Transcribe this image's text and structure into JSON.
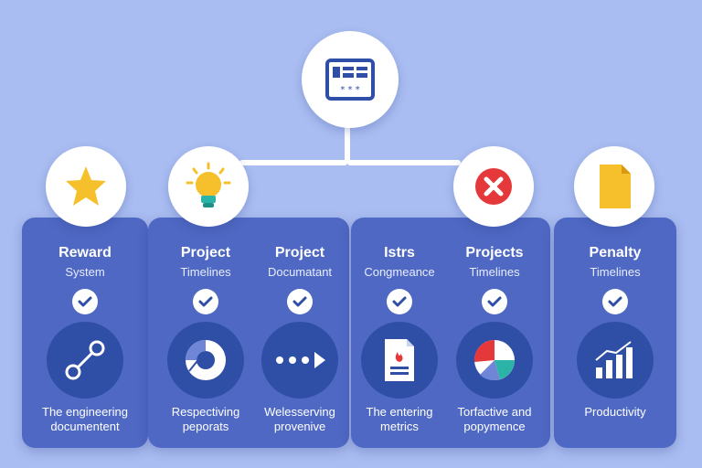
{
  "hub": {
    "icon": "browser-window-icon"
  },
  "columns": [
    {
      "title": "Reward",
      "subtitle": "System",
      "footer_1": "The engineering",
      "footer_2": "documentent",
      "icon": "link-nodes-icon",
      "badge_icon": "star-icon"
    },
    {
      "title": "Project",
      "subtitle": "Timelines",
      "footer_1": "Respectiving",
      "footer_2": "peporats",
      "icon": "donut-chart-icon",
      "badge_icon": "lightbulb-icon"
    },
    {
      "title": "Project",
      "subtitle": "Documatant",
      "footer_1": "Welesserving",
      "footer_2": "provenive",
      "icon": "dots-play-icon"
    },
    {
      "title": "Istrs",
      "subtitle": "Congmeance",
      "footer_1": "The entering",
      "footer_2": "metrics",
      "icon": "document-icon"
    },
    {
      "title": "Projects",
      "subtitle": "Timelines",
      "footer_1": "Torfactive and",
      "footer_2": "popymence",
      "icon": "pie-chart-icon",
      "badge_icon": "close-x-icon"
    },
    {
      "title": "Penalty",
      "subtitle": "Timelines",
      "footer_1": "Productivity",
      "footer_2": "",
      "icon": "bar-chart-icon",
      "badge_icon": "file-icon"
    }
  ],
  "colors": {
    "background": "#a9bdf2",
    "card": "#4f68c3",
    "feature_circle": "#2f4fa6",
    "star": "#f6c02c",
    "bulb": "#f6c02c",
    "bulb_base": "#2bb3a8",
    "error": "#e5383b",
    "file": "#f6c02c"
  }
}
